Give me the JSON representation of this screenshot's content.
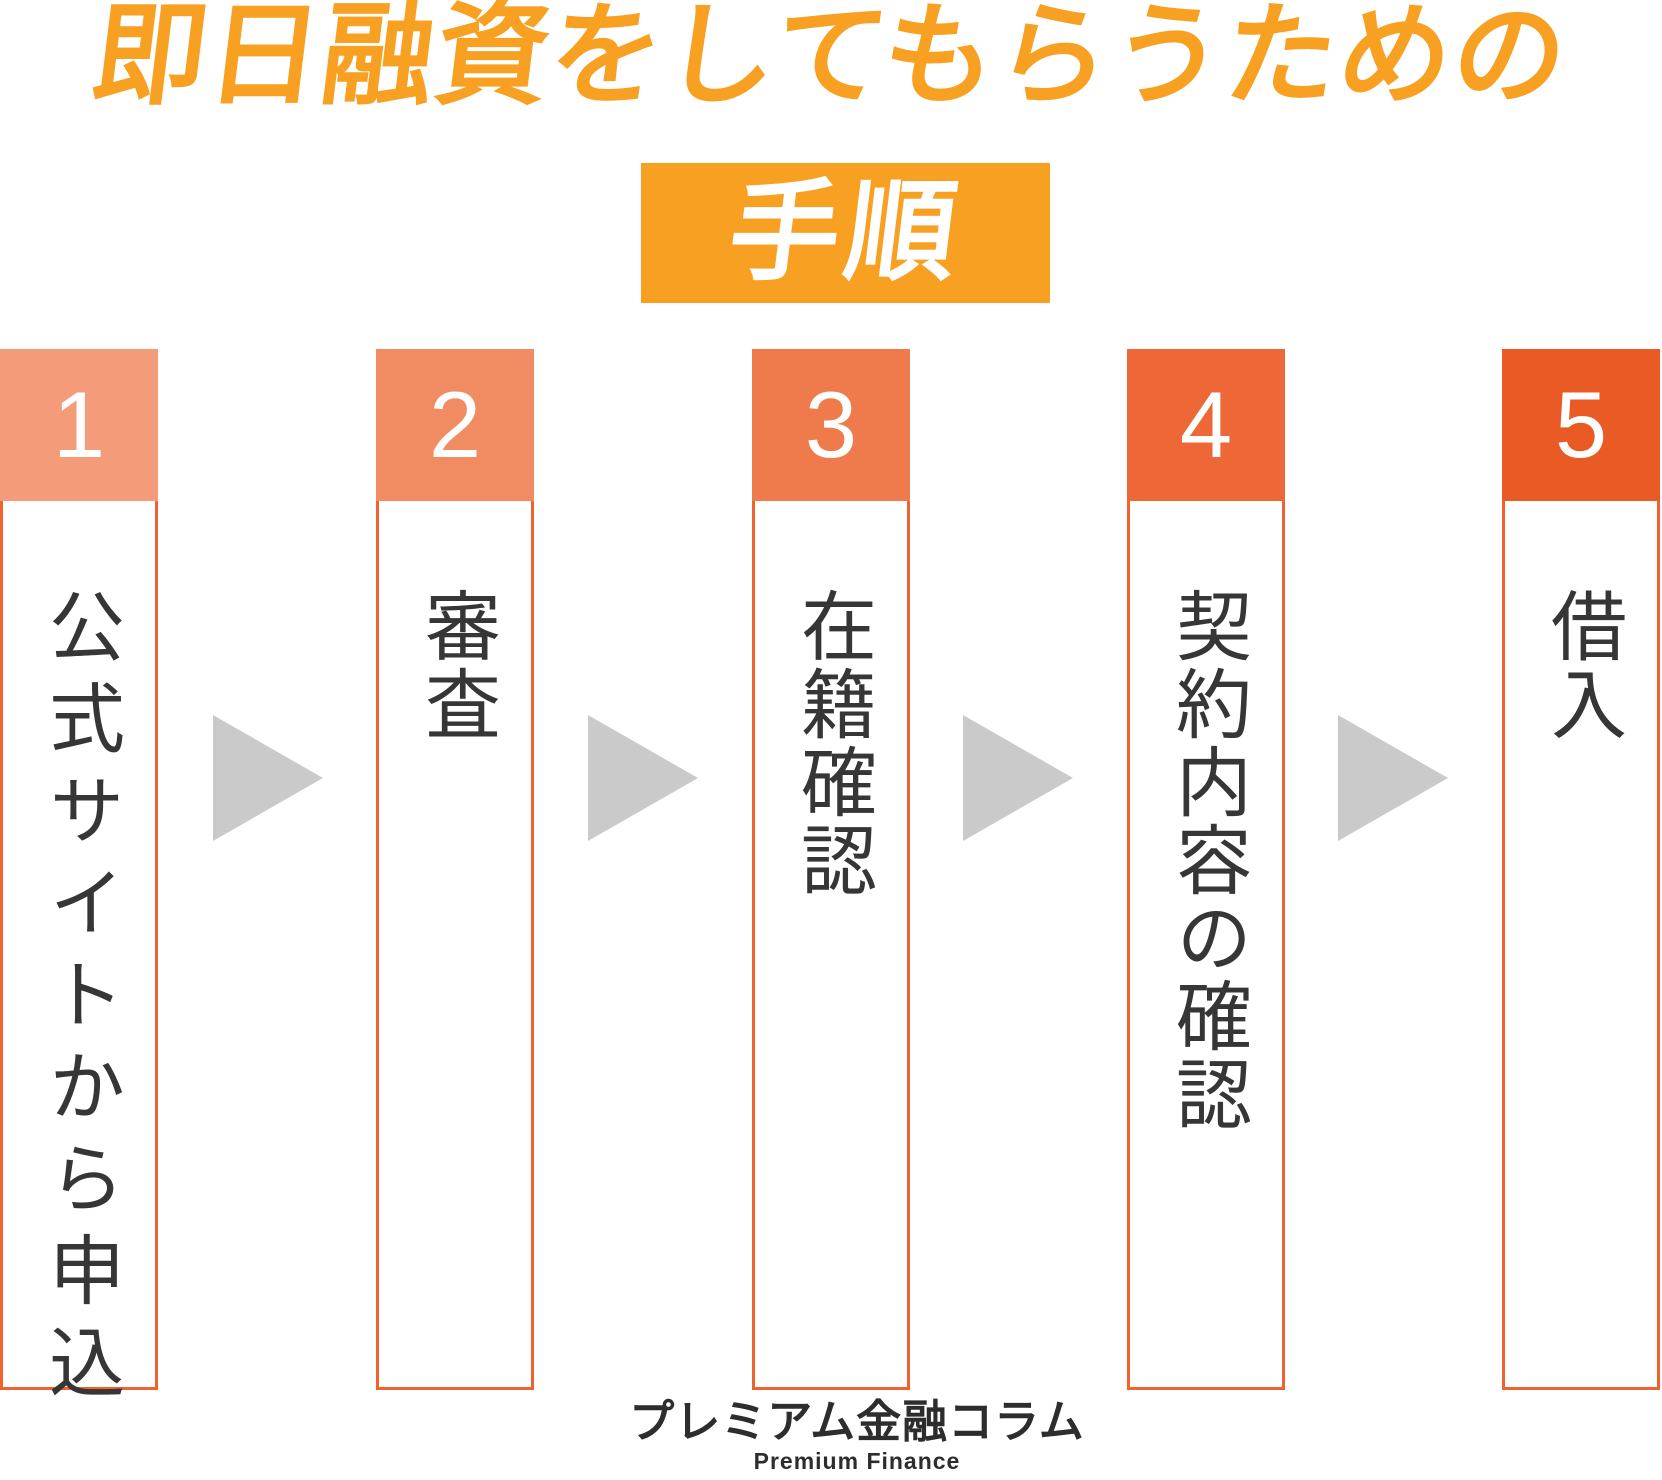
{
  "title": "即日融資をしてもらうための",
  "subtitle": "手順",
  "steps": [
    {
      "number": "1",
      "label": "公式サイトから申込",
      "header_color": "#F49C79"
    },
    {
      "number": "2",
      "label": "審査",
      "header_color": "#F18B62"
    },
    {
      "number": "3",
      "label": "在籍確認",
      "header_color": "#EF7A4B"
    },
    {
      "number": "4",
      "label": "契約内容の確認",
      "header_color": "#ED6836"
    },
    {
      "number": "5",
      "label": "借入",
      "header_color": "#E95A24"
    }
  ],
  "footer": {
    "logo_text": "プレミアム金融コラム",
    "logo_subtext": "Premium Finance"
  },
  "colors": {
    "accent_orange": "#F7A021",
    "column_border": "#F2622F",
    "arrow_gray": "#CACACA",
    "body_text": "#363636"
  }
}
